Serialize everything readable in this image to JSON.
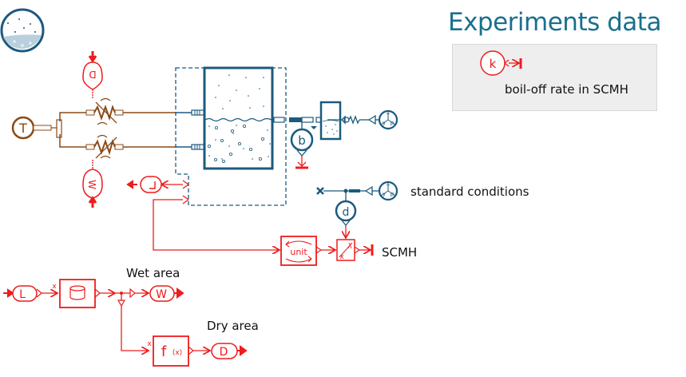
{
  "title": "Experiments data",
  "legend": {
    "block_letter": "k",
    "description": "boil-off rate in SCMH"
  },
  "labels": {
    "standard_conditions": "standard conditions",
    "scmh": "SCMH",
    "wet_area": "Wet area",
    "dry_area": "Dry area"
  },
  "blocks": {
    "temperature_source": "T",
    "heat_flow_top": "D",
    "heat_flow_bottom": "W",
    "level_sensor": "L",
    "flow_sensor": "b",
    "density_sensor": "d",
    "state_source": [
      "T",
      "p",
      "y"
    ],
    "unit_converter": "unit",
    "divide": [
      "x",
      "λ"
    ],
    "geometry_port_x": "x",
    "wet_output": "W",
    "level_input": "L",
    "dry_function": "f",
    "dry_function_arg": "(x)",
    "dry_port_x": "x",
    "dry_output": "D"
  },
  "colors": {
    "fluid_blue": "#1b5a7e",
    "thermal_brown": "#8b4a16",
    "signal_red": "#ee1c1c",
    "title_blue": "#1a6f8f",
    "legend_bg": "#eeeeee"
  }
}
